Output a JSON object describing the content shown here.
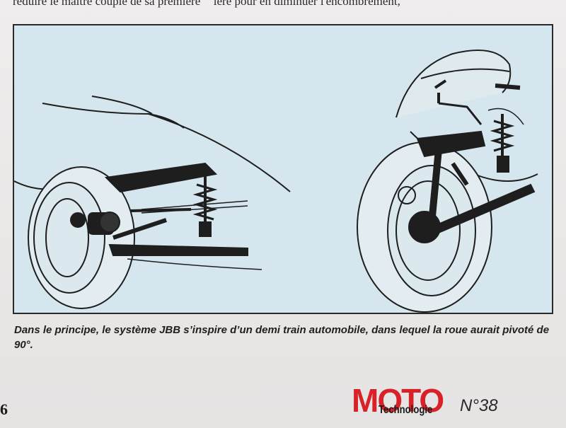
{
  "top_text": {
    "left": "réduire le maître couple de sa première",
    "right": "ière pour en diminuer l'encombrement,"
  },
  "caption": "Dans le principe, le système JBB s’inspire d’un demi train automobile, dans lequel la roue aurait pivoté de 90°.",
  "footer": {
    "page_number": "6",
    "logo_main": "MOTO",
    "logo_sub": "Technologie",
    "issue": "N°38"
  },
  "colors": {
    "logo_red": "#d8222a",
    "figure_background": "#d6e6ee"
  }
}
